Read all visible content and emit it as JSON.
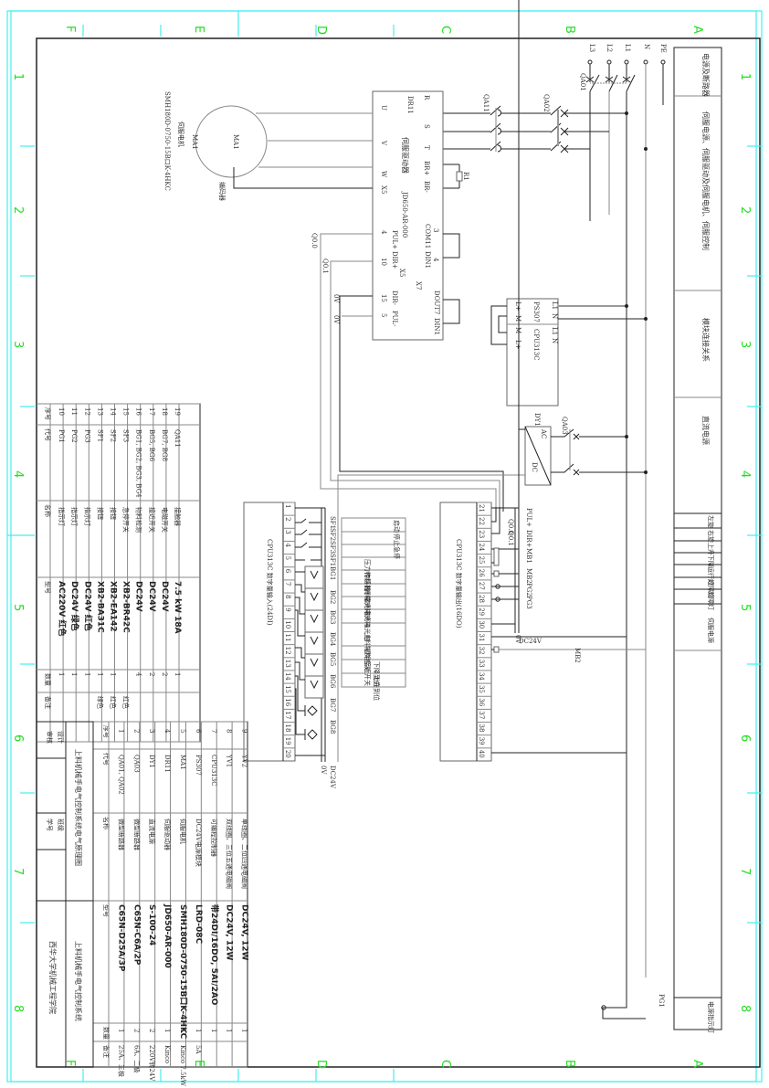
{
  "sheet": {
    "title": "上料机械手电气控制系统电气原理图",
    "system_name": "上料机械手电气控制系统",
    "school": "西华大学机械工程学院",
    "zone_columns": [
      "A",
      "B",
      "C",
      "D",
      "E",
      "F"
    ],
    "zone_rows": [
      "1",
      "2",
      "3",
      "4",
      "5",
      "6",
      "7",
      "8"
    ],
    "title_block": {
      "design": "设计",
      "review": "审核",
      "class": "班级",
      "student_no": "学号"
    }
  },
  "function_bar": [
    {
      "label": "电源及断路器"
    },
    {
      "label": "伺服电源、伺服驱动及伺服电机、伺服控制"
    },
    {
      "label": "模块连接关系"
    },
    {
      "label": "直流电源"
    },
    {
      "label": "启动"
    },
    {
      "label": "停止"
    },
    {
      "label": "急停"
    },
    {
      "label": "左旋"
    },
    {
      "label": "右旋"
    },
    {
      "label": "上升"
    },
    {
      "label": "下降"
    },
    {
      "label": "运行灯"
    },
    {
      "label": "故障灯"
    },
    {
      "label": "伺服电源"
    },
    {
      "label": "电源指示灯"
    }
  ],
  "power": {
    "lines": [
      "PE",
      "N",
      "L1",
      "L2",
      "L3"
    ],
    "breakers": [
      "QA01",
      "QA02",
      "QA11",
      "QA03"
    ],
    "resistor": "R1"
  },
  "servo_drive": {
    "ref": "DR11",
    "name": "伺服驱动器",
    "model": "JD650-AR-000",
    "power_terms": [
      "R",
      "S",
      "T",
      "BR+",
      "BR-"
    ],
    "motor_terms": [
      "U",
      "V",
      "W",
      "X5"
    ],
    "ctrl_left_pins": [
      "4",
      "10",
      "15",
      "5"
    ],
    "ctrl_left_names": [
      "PUL+",
      "DIR+",
      "DIR-",
      "PUL-"
    ],
    "ctrl_right_pins": [
      "3",
      "4"
    ],
    "ctrl_right_names": [
      "COM11",
      "DIN1",
      "DOUT7",
      "DIN1"
    ],
    "connectors": [
      "X5",
      "X7"
    ],
    "signals": [
      "Q0.0",
      "Q0.1",
      "0V",
      "0V"
    ]
  },
  "motor": {
    "ref": "MA1",
    "name": "伺服电机",
    "model": "SMH180D-0750-15B口K-4HKC",
    "encoder": "编码器"
  },
  "plc_modules": {
    "ps": "PS307",
    "cpu": "CPU313C",
    "ps_terms": [
      "L+",
      "M",
      "L1",
      "N"
    ],
    "cpu_terms": [
      "M",
      "L+",
      "L1",
      "N"
    ]
  },
  "dc_supply": {
    "ref": "DY1",
    "ac": "AC",
    "dc": "DC"
  },
  "di_module": {
    "title": "CPU313C 数字量输入(24DI)",
    "pins": [
      "1",
      "2",
      "3",
      "4",
      "5",
      "6",
      "7",
      "8",
      "9",
      "10",
      "11",
      "12",
      "13",
      "14",
      "15",
      "16",
      "17",
      "18",
      "19",
      "20"
    ],
    "devices": [
      "SF1",
      "SF2",
      "SF3",
      "SF1",
      "BG1",
      "BG2",
      "BG3",
      "BG4",
      "BG5",
      "BG6",
      "BG7",
      "BG8"
    ],
    "rails": [
      "DC24V",
      "0V"
    ],
    "functions": [
      "启动",
      "停止",
      "急停",
      "压力传感器",
      "物料1光电",
      "物料2光电",
      "物料3光电",
      "物料4光电",
      "",
      "上料物料检测",
      "初始接近开关",
      "下降到位",
      "上升到位"
    ]
  },
  "do_module": {
    "title": "CPU313C 数字量输出(16DO)",
    "pins": [
      "21",
      "22",
      "23",
      "24",
      "25",
      "26",
      "27",
      "28",
      "29",
      "30",
      "31",
      "32",
      "33",
      "34",
      "35",
      "36",
      "37",
      "38",
      "39",
      "40"
    ],
    "signals": [
      "Q0.0",
      "Q0.1",
      "PUL+",
      "DIR+",
      "MB1",
      "MB2",
      "PG2",
      "PG3",
      "0V",
      "DC24V",
      "MB2",
      "PG1"
    ]
  },
  "bom_top": {
    "headers": [
      "序号",
      "代号",
      "名称",
      "型号",
      "数量",
      "备注"
    ],
    "rows": [
      {
        "no": "19",
        "code": "QA11",
        "name": "接触器",
        "model": "7.5 kW 18A",
        "qty": "1",
        "note": ""
      },
      {
        "no": "18",
        "code": "BG7, BG8",
        "name": "电磁开关",
        "model": "DC24V",
        "qty": "2",
        "note": ""
      },
      {
        "no": "17",
        "code": "BG5, BG6",
        "name": "接近开关",
        "model": "DC24V",
        "qty": "2",
        "note": ""
      },
      {
        "no": "16",
        "code": "BG1, BG2, BG3, BG4",
        "name": "物料检测",
        "model": "DC24V",
        "qty": "4",
        "note": ""
      },
      {
        "no": "15",
        "code": "SF3",
        "name": "急停开关",
        "model": "XB2-BR42C",
        "qty": "",
        "note": "红色"
      },
      {
        "no": "14",
        "code": "SF2",
        "name": "按钮",
        "model": "XB2-EA142",
        "qty": "1",
        "note": "红色"
      },
      {
        "no": "13",
        "code": "SF1",
        "name": "按钮",
        "model": "XB2-BA31C",
        "qty": "1",
        "note": "绿色"
      },
      {
        "no": "12",
        "code": "PG3",
        "name": "指示灯",
        "model": "DC24V 红色",
        "qty": "1",
        "note": ""
      },
      {
        "no": "11",
        "code": "PG2",
        "name": "指示灯",
        "model": "DC24V 绿色",
        "qty": "1",
        "note": ""
      },
      {
        "no": "10",
        "code": "PG1",
        "name": "指示灯",
        "model": "AC220V 红色",
        "qty": "1",
        "note": ""
      }
    ]
  },
  "bom_bottom": {
    "headers": [
      "序号",
      "代号",
      "名称",
      "型号",
      "数量",
      "备注"
    ],
    "rows": [
      {
        "no": "9",
        "code": "YV2",
        "name": "单线圈、二位四通电磁阀",
        "model": "DC24V, 12W",
        "qty": "1",
        "note": ""
      },
      {
        "no": "8",
        "code": "YV1",
        "name": "双线圈、三位五通电磁阀",
        "model": "DC24V, 12W",
        "qty": "1",
        "note": ""
      },
      {
        "no": "7",
        "code": "CPU313C",
        "name": "可编程控制器",
        "model": "带24DI/16DO, 5AI/2AO",
        "qty": "1",
        "note": ""
      },
      {
        "no": "6",
        "code": "PS307",
        "name": "DC24V电源模块",
        "model": "LRD-08C",
        "qty": "1",
        "note": "5A"
      },
      {
        "no": "5",
        "code": "MA1",
        "name": "伺服电机",
        "model": "SMH180D-0750-15B口K-4HKC",
        "qty": "1",
        "note": "Kinco 7.5kW"
      },
      {
        "no": "4",
        "code": "DR11",
        "name": "伺服驱动器",
        "model": "JD650-AR-000",
        "qty": "1",
        "note": "Kinco"
      },
      {
        "no": "3",
        "code": "DY1",
        "name": "直流电源",
        "model": "S-100-24",
        "qty": "2",
        "note": "220V转24V"
      },
      {
        "no": "2",
        "code": "QA03",
        "name": "微型断路器",
        "model": "C65N-C6A/2P",
        "qty": "2",
        "note": "6A、二极"
      },
      {
        "no": "1",
        "code": "QA01, QA02",
        "name": "微型断路器",
        "model": "C65N-D25A/3P",
        "qty": "1",
        "note": "25A、三极"
      }
    ]
  }
}
